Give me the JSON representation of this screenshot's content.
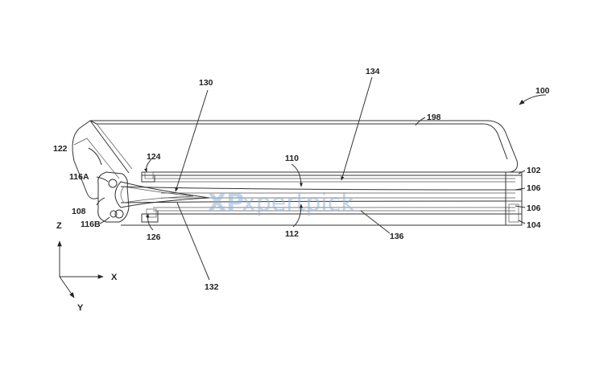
{
  "figure": {
    "number": "100",
    "labels": {
      "l198": "198",
      "l134": "134",
      "l130": "130",
      "l122": "122",
      "l124": "124",
      "l110": "110",
      "l116a": "116A",
      "l108": "108",
      "l116b": "116B",
      "l126": "126",
      "l112": "112",
      "l136": "136",
      "l132": "132",
      "l102": "102",
      "l106a": "106",
      "l106b": "106",
      "l104": "104"
    }
  },
  "axes": {
    "z": "Z",
    "x": "X",
    "y": "Y"
  },
  "watermark": {
    "mark": "XP",
    "text": "xpertpick"
  }
}
